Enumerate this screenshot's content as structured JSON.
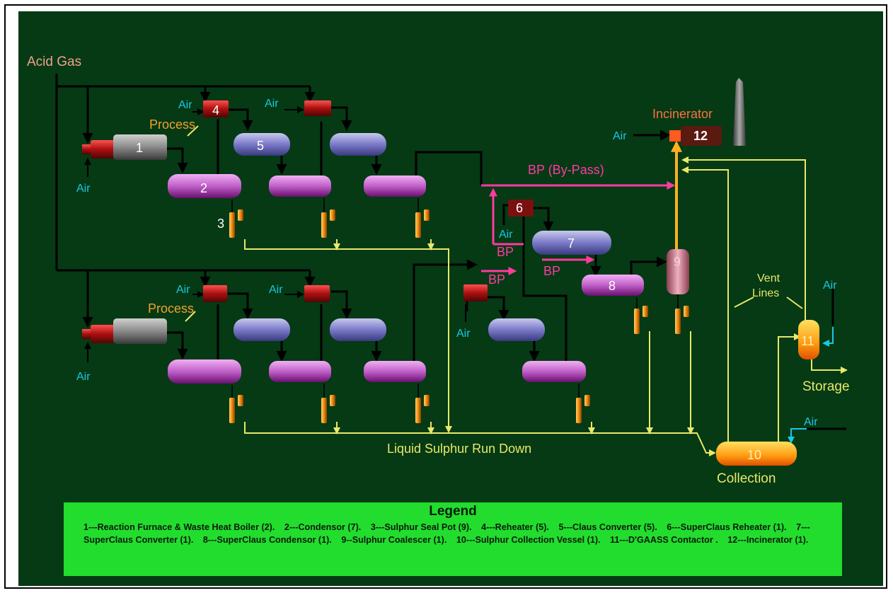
{
  "colors": {
    "background": "#053a14",
    "black_line": "#000000",
    "sulphur_line": "#e8e86a",
    "bypass_line": "#ff3aa0",
    "hot_line": "#ffb020",
    "cyan_text": "#19c7e8",
    "orange_text": "#f2a030",
    "legend_bg": "#22dd2e",
    "furnace_red": "#aa1010",
    "boiler_gray": "#8a8a8a",
    "converter_blue": "#7a7ac8",
    "condensor_magenta": "#c060c8",
    "sealpot_orange": "#f08a10",
    "incinerator_brown": "#5a1a10"
  },
  "labels": {
    "acid_gas": "Acid Gas",
    "air": "Air",
    "process": "Process",
    "bp_bypass": "BP (By-Pass)",
    "bp": "BP",
    "incinerator": "Incinerator",
    "vent_lines_1": "Vent",
    "vent_lines_2": "Lines",
    "storage": "Storage",
    "collection": "Collection",
    "liquid_sulphur_run_down": "Liquid Sulphur Run Down"
  },
  "unit_numbers": [
    "1",
    "2",
    "3",
    "4",
    "5",
    "6",
    "7",
    "8",
    "9",
    "10",
    "11",
    "12"
  ],
  "legend": {
    "title": "Legend",
    "items": [
      "1---Reaction  Furnace & Waste Heat Boiler (2).",
      "2---Condensor  (7).",
      "3---Sulphur Seal Pot (9).",
      "4---Reheater (5).",
      "5---Claus Converter (5).",
      "6---SuperClaus Reheater (1).",
      "7---SuperClaus Converter (1).",
      "8---SuperClaus Condensor (1).",
      "9--Sulphur Coalescer (1).",
      "10---Sulphur Collection Vessel (1).",
      "11---D'GAASS Contactor .",
      "12---Incinerator (1)."
    ]
  }
}
